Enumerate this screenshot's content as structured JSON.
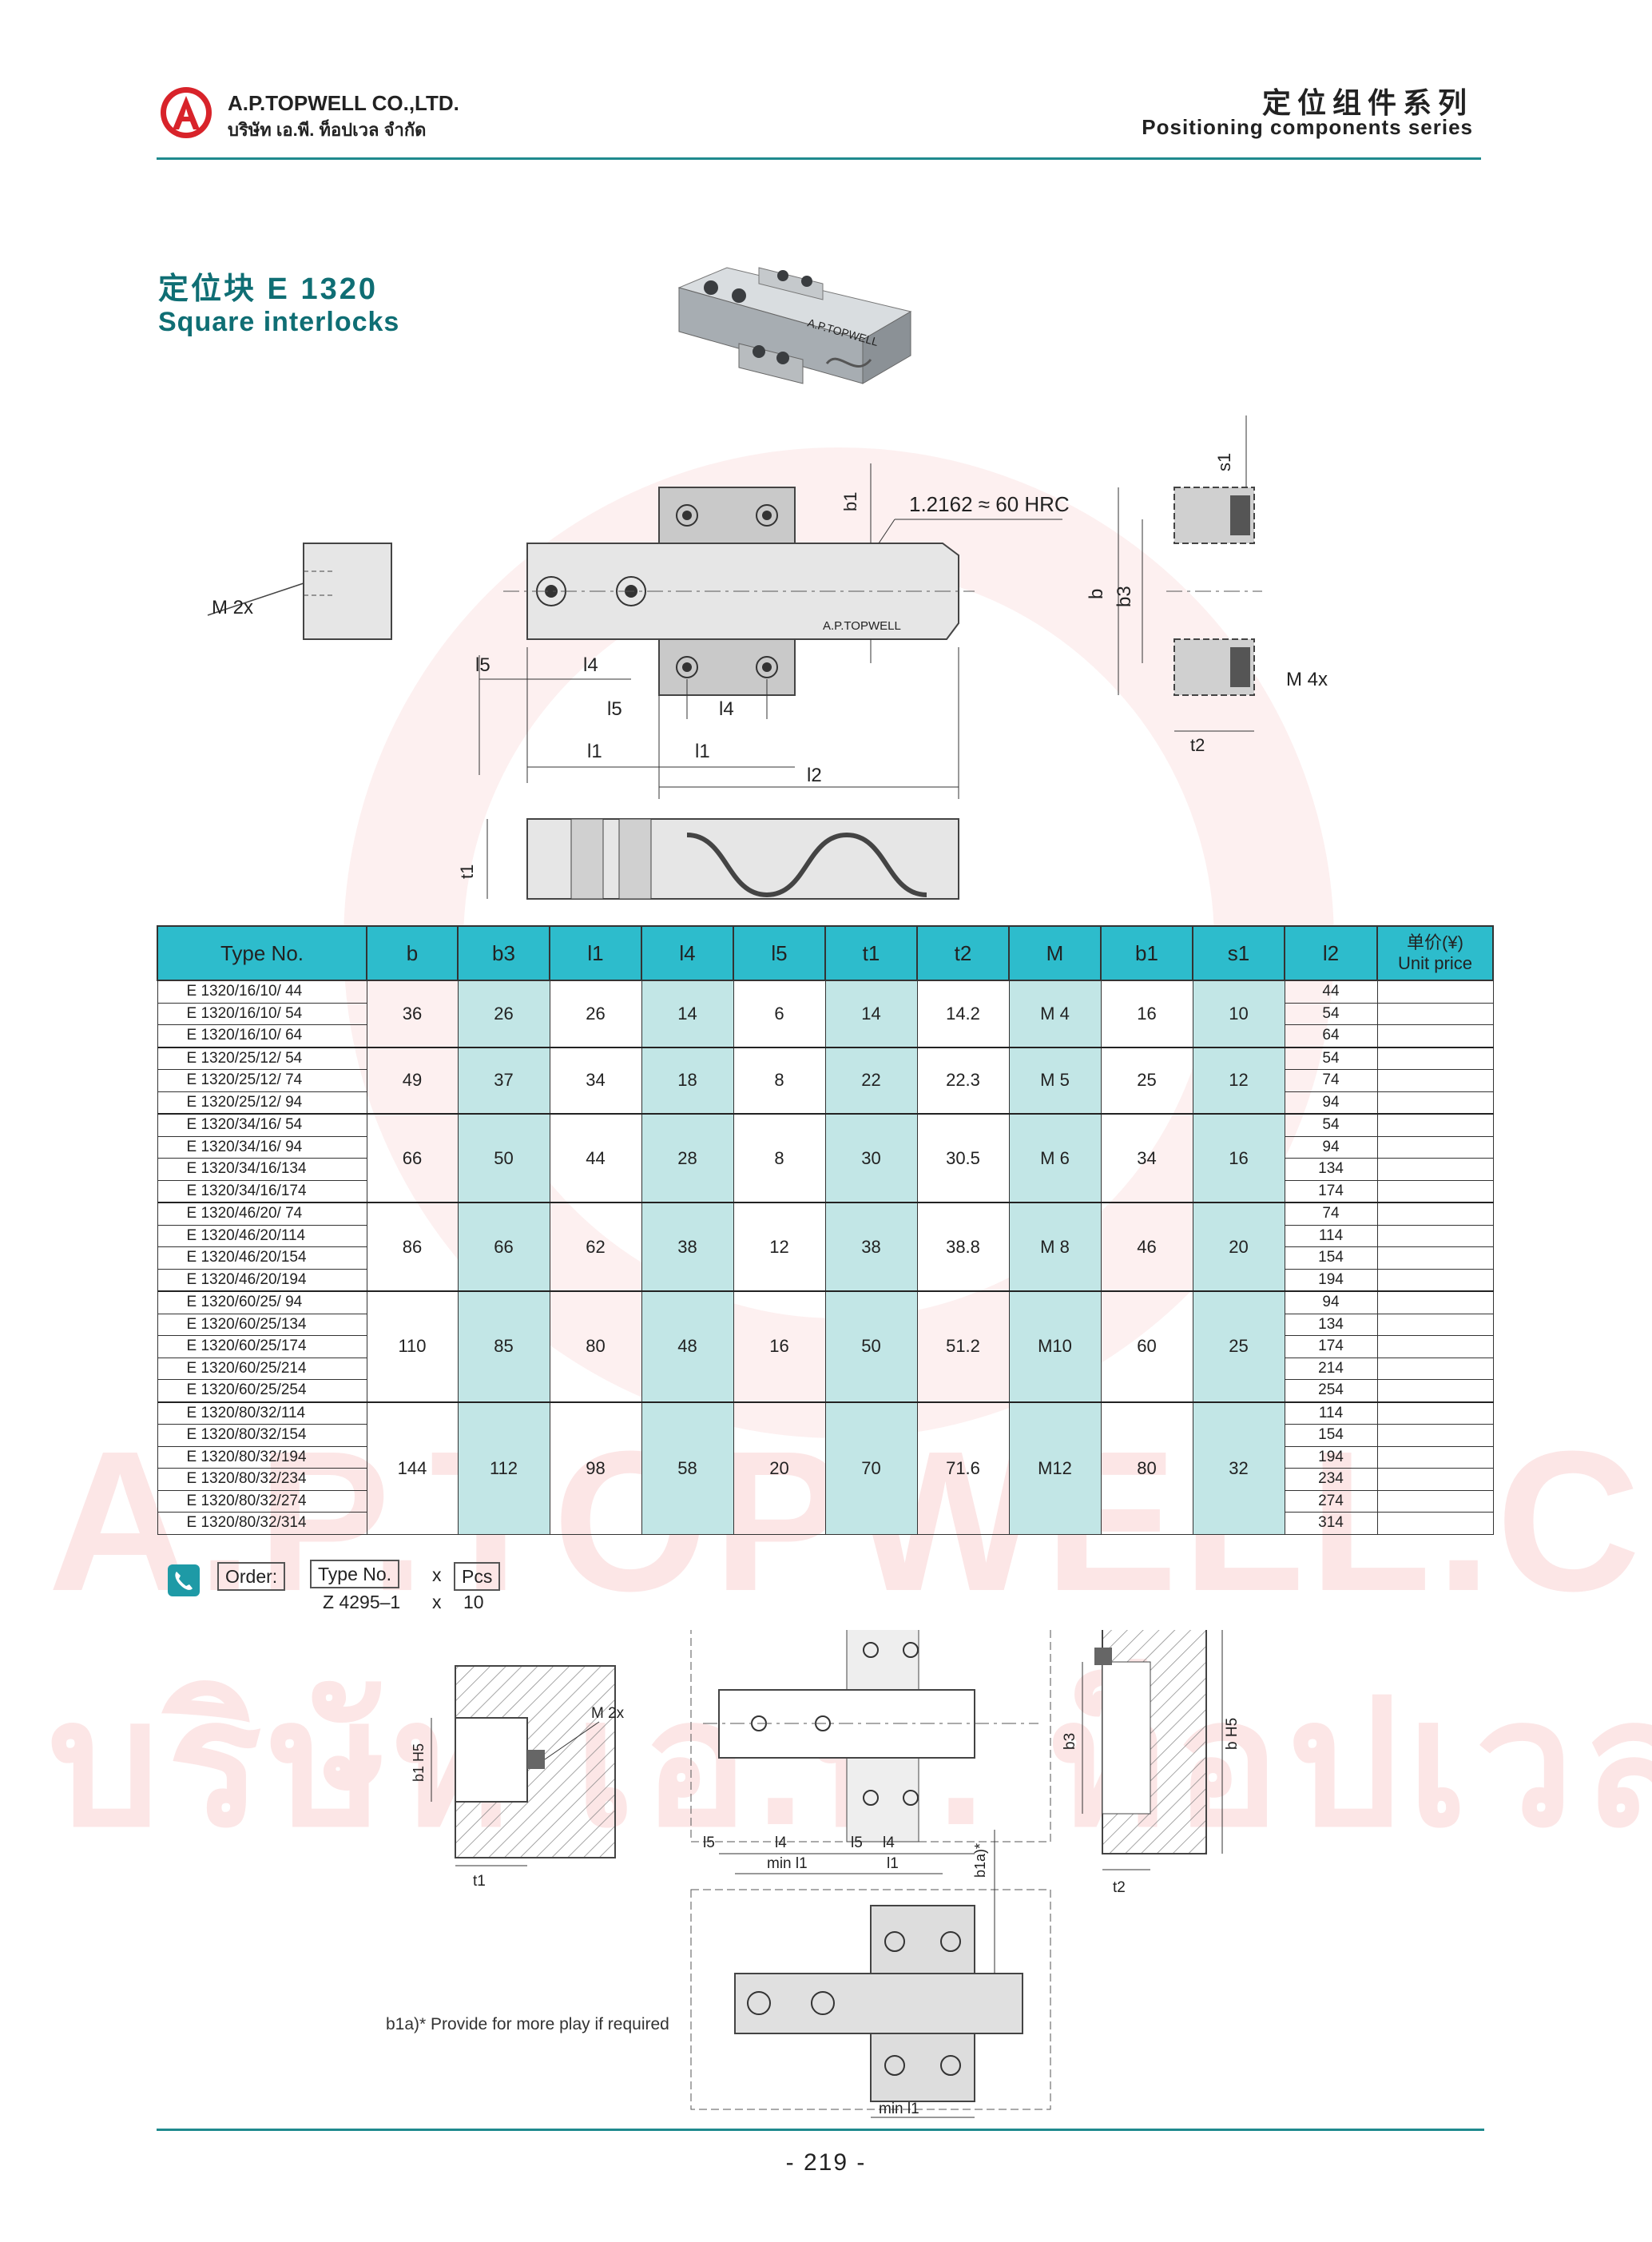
{
  "header": {
    "company_en": "A.P.TOPWELL CO.,LTD.",
    "company_th": "บริษัท เอ.พี. ท็อปเวล จำกัด",
    "series_cn": "定位组件系列",
    "series_en": "Positioning components series"
  },
  "title": {
    "cn": "定位块   E 1320",
    "en": "Square interlocks"
  },
  "watermark": {
    "line1": "A.P.TOPWELL.CO.,LTD",
    "line2": "บริษัท เอ.พี. ท็อปเวล จำกัด"
  },
  "drawing_labels": {
    "brand": "A.P.TOPWELL",
    "material": "1.2162 ≈ 60 HRC",
    "m2x": "M  2x",
    "m4x": "M  4x",
    "dims": [
      "b",
      "b3",
      "b1",
      "s1",
      "t1",
      "t2",
      "l1",
      "l2",
      "l4",
      "l5",
      "min l1",
      "b1a)*",
      "H5"
    ]
  },
  "table": {
    "headers": [
      "Type No.",
      "b",
      "b3",
      "l1",
      "l4",
      "l5",
      "t1",
      "t2",
      "M",
      "b1",
      "s1",
      "l2"
    ],
    "price_header_cn": "单价(¥)",
    "price_header_en": "Unit price",
    "groups": [
      {
        "types": [
          "E 1320/16/10/  44",
          "E 1320/16/10/  54",
          "E 1320/16/10/  64"
        ],
        "b": "36",
        "b3": "26",
        "l1": "26",
        "l4": "14",
        "l5": "6",
        "t1": "14",
        "t2": "14.2",
        "M": "M  4",
        "b1": "16",
        "s1": "10",
        "l2": [
          "44",
          "54",
          "64"
        ]
      },
      {
        "types": [
          "E 1320/25/12/  54",
          "E 1320/25/12/  74",
          "E 1320/25/12/  94"
        ],
        "b": "49",
        "b3": "37",
        "l1": "34",
        "l4": "18",
        "l5": "8",
        "t1": "22",
        "t2": "22.3",
        "M": "M  5",
        "b1": "25",
        "s1": "12",
        "l2": [
          "54",
          "74",
          "94"
        ]
      },
      {
        "types": [
          "E 1320/34/16/  54",
          "E 1320/34/16/  94",
          "E 1320/34/16/134",
          "E 1320/34/16/174"
        ],
        "b": "66",
        "b3": "50",
        "l1": "44",
        "l4": "28",
        "l5": "8",
        "t1": "30",
        "t2": "30.5",
        "M": "M  6",
        "b1": "34",
        "s1": "16",
        "l2": [
          "54",
          "94",
          "134",
          "174"
        ]
      },
      {
        "types": [
          "E 1320/46/20/  74",
          "E 1320/46/20/114",
          "E 1320/46/20/154",
          "E 1320/46/20/194"
        ],
        "b": "86",
        "b3": "66",
        "l1": "62",
        "l4": "38",
        "l5": "12",
        "t1": "38",
        "t2": "38.8",
        "M": "M  8",
        "b1": "46",
        "s1": "20",
        "l2": [
          "74",
          "114",
          "154",
          "194"
        ]
      },
      {
        "types": [
          "E 1320/60/25/  94",
          "E 1320/60/25/134",
          "E 1320/60/25/174",
          "E 1320/60/25/214",
          "E 1320/60/25/254"
        ],
        "b": "110",
        "b3": "85",
        "l1": "80",
        "l4": "48",
        "l5": "16",
        "t1": "50",
        "t2": "51.2",
        "M": "M10",
        "b1": "60",
        "s1": "25",
        "l2": [
          "94",
          "134",
          "174",
          "214",
          "254"
        ]
      },
      {
        "types": [
          "E 1320/80/32/114",
          "E 1320/80/32/154",
          "E 1320/80/32/194",
          "E 1320/80/32/234",
          "E 1320/80/32/274",
          "E 1320/80/32/314"
        ],
        "b": "144",
        "b3": "112",
        "l1": "98",
        "l4": "58",
        "l5": "20",
        "t1": "70",
        "t2": "71.6",
        "M": "M12",
        "b1": "80",
        "s1": "32",
        "l2": [
          "114",
          "154",
          "194",
          "234",
          "274",
          "314"
        ]
      }
    ]
  },
  "order": {
    "label": "Order:",
    "type_label": "Type No.",
    "x": "x",
    "pcs_label": "Pcs",
    "example_type": "Z 4295–1",
    "example_qty": "10"
  },
  "footnote": "b1a)*  Provide for more play if required",
  "page_number": "- 219 -",
  "colors": {
    "teal": "#2dbccc",
    "teal_light": "#c2e6e6",
    "title": "#0f6e74",
    "rule": "#1f8a8e",
    "brand_red": "#d8232a"
  }
}
